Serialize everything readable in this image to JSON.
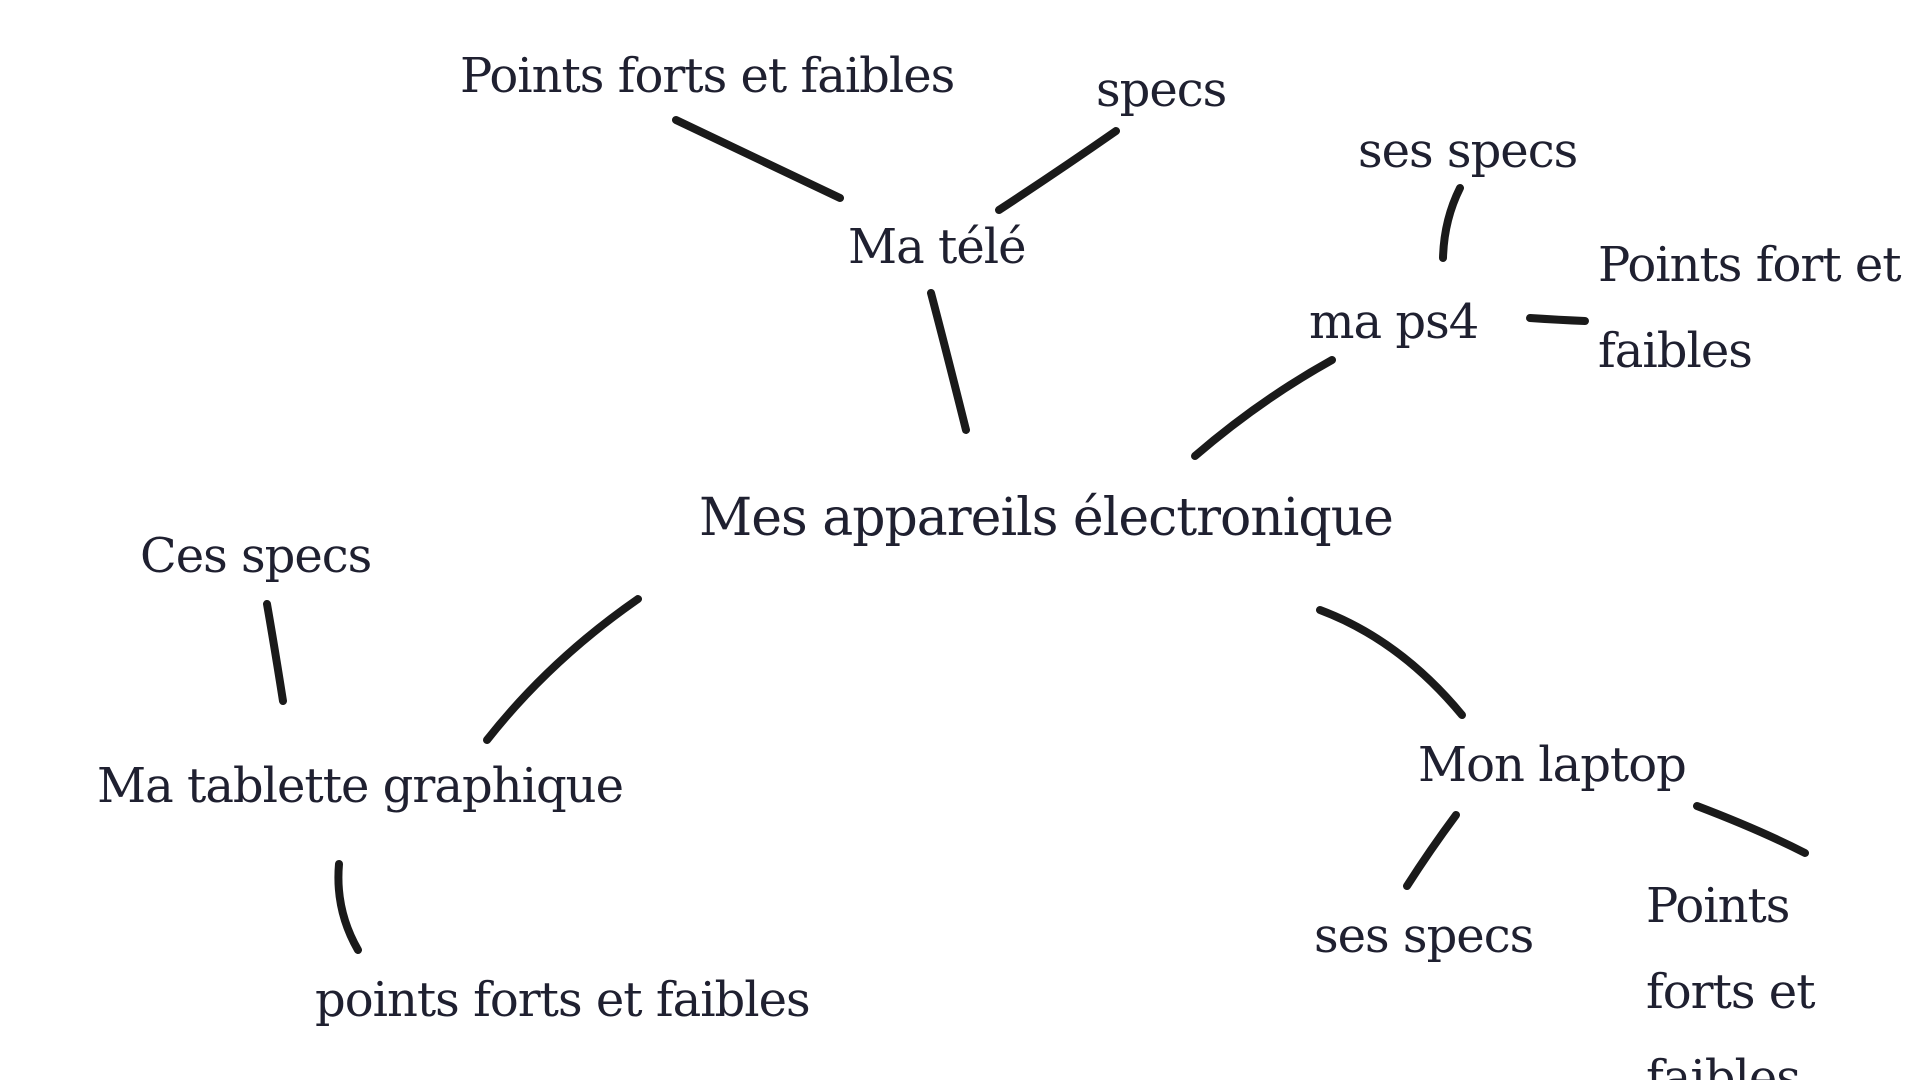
{
  "colors": {
    "text": "#1f2030",
    "stroke": "#1a1a1a",
    "background": "#ffffff"
  },
  "mindmap": {
    "center": "Mes appareils électronique",
    "branches": [
      {
        "label": "Ma télé",
        "children": [
          "Points forts et faibles",
          "specs"
        ]
      },
      {
        "label": "ma ps4",
        "children": [
          "ses specs",
          "Points fort et faibles"
        ]
      },
      {
        "label": "Ma tablette graphique",
        "children": [
          "Ces specs",
          "points forts et faibles"
        ]
      },
      {
        "label": "Mon laptop",
        "children": [
          "ses specs",
          "Points forts et faibles"
        ]
      }
    ]
  }
}
